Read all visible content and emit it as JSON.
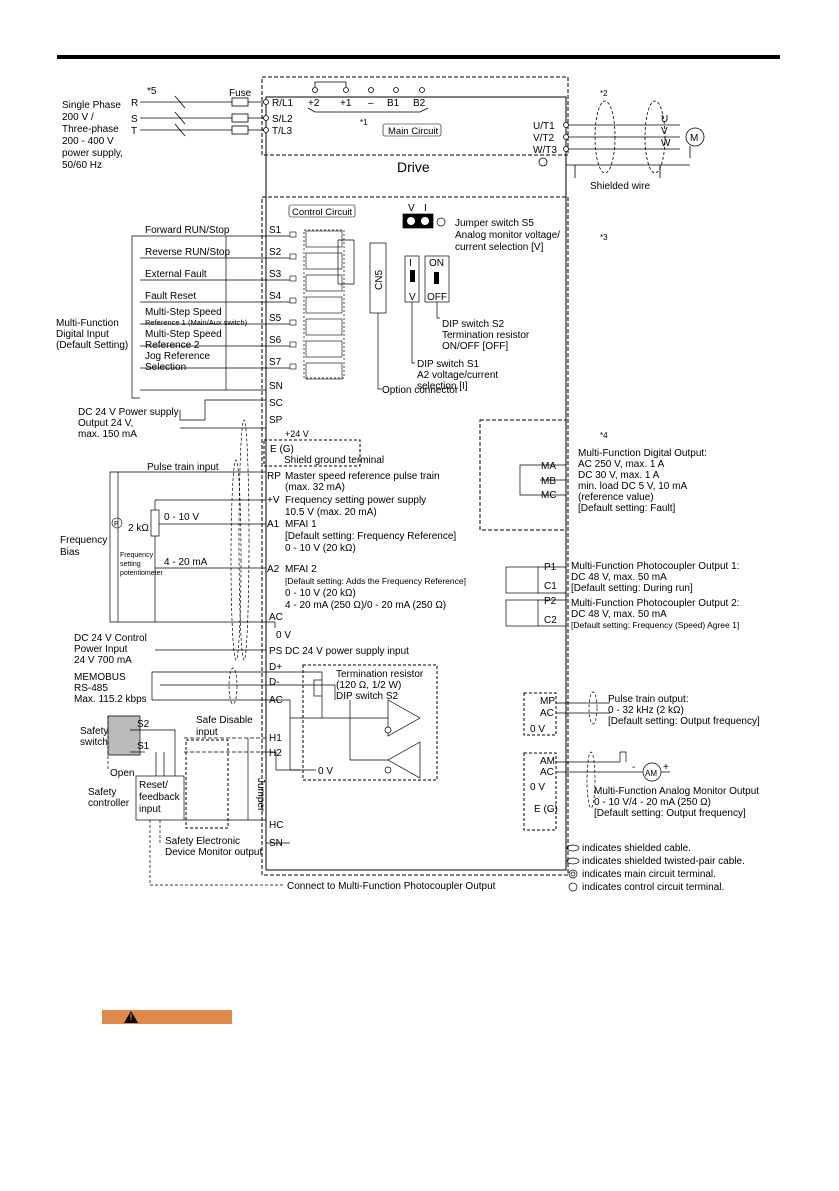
{
  "supply": {
    "note": "*5",
    "line1": "Single Phase",
    "line2": "200 V /",
    "line3": "Three-phase",
    "line4": "200 - 400 V",
    "line5": "power supply,",
    "line6": "50/60 Hz",
    "phases": [
      "R",
      "S",
      "T"
    ],
    "fuse": "Fuse"
  },
  "main_circuit": {
    "terminals_in": [
      "R/L1",
      "S/L2",
      "T/L3"
    ],
    "dc_terminals": [
      "+2",
      "+1",
      "–",
      "B1",
      "B2"
    ],
    "note1": "*1",
    "label": "Main Circuit",
    "note2": "*2",
    "terminals_out": [
      "U/T1",
      "V/T2",
      "W/T3"
    ],
    "motor_phases": [
      "U",
      "V",
      "W"
    ],
    "motor": "M",
    "shielded_wire": "Shielded wire",
    "drive": "Drive"
  },
  "control": {
    "label": "Control Circuit",
    "note3": "*3",
    "note4": "*4",
    "digital_inputs": [
      {
        "desc": "Forward RUN/Stop",
        "term": "S1"
      },
      {
        "desc": "Reverse RUN/Stop",
        "term": "S2"
      },
      {
        "desc": "External Fault",
        "term": "S3"
      },
      {
        "desc": "Fault Reset",
        "term": "S4"
      },
      {
        "desc": "Multi-Step Speed",
        "sub": "Reference 1 (Main/Aux switch)",
        "term": "S5"
      },
      {
        "desc": "Multi-Step Speed",
        "sub": "Reference 2",
        "term": "S6"
      },
      {
        "desc": "Jog Reference",
        "sub": "Selection",
        "term": "S7"
      }
    ],
    "mfdi_1": "Multi-Function",
    "mfdi_2": "Digital Input",
    "mfdi_3": "(Default Setting)",
    "sn": "SN",
    "sc": "SC",
    "sp": "SP",
    "plus24": "+24 V",
    "dc24_1": "DC 24 V Power supply",
    "dc24_2": "Output 24 V,",
    "dc24_3": "max. 150 mA",
    "cn5": "CN5",
    "option_connector": "Option connector",
    "s5_jumper_v": "V",
    "s5_jumper_i": "I",
    "s5_1": "Jumper switch S5",
    "s5_2": "Analog monitor voltage/",
    "s5_3": "current selection [V]",
    "s1_i": "I",
    "s1_v": "V",
    "s2_on": "ON",
    "s2_off": "OFF",
    "s2_1": "DIP switch S2",
    "s2_2": "Termination resistor",
    "s2_3": "ON/OFF [OFF]",
    "s1_1": "DIP switch S1",
    "s1_2": "A2 voltage/current",
    "s1_3": "selection [I]"
  },
  "analog": {
    "eg": "E (G)",
    "shield": "Shield ground terminal",
    "pulse_in": "Pulse train input",
    "rp": "RP",
    "rp_desc": "Master speed  reference pulse train",
    "rp_desc2": "(max. 32 mA)",
    "pv": "+V",
    "pv_desc": "Frequency setting power supply",
    "pv_desc2": "10.5 V (max. 20 mA)",
    "a1": "A1",
    "a1_desc": "MFAI 1",
    "a1_desc2": "[Default setting: Frequency Reference]",
    "a1_desc3": "0 - 10 V (20 kΩ)",
    "a2": "A2",
    "a2_desc": "MFAI 2",
    "a2_desc2": "[Default setting: Adds the Frequency Reference]",
    "a2_desc3": "0 - 10 V (20 kΩ)",
    "a2_desc4": "4 - 20 mA (250 Ω)/0 - 20 mA (250 Ω)",
    "ac": "AC",
    "zero_v": "0 V",
    "freq": "Frequency",
    "bias": "Bias",
    "r2k": "2 kΩ",
    "v010": "0 - 10 V",
    "ma420": "4 - 20 mA",
    "pot1": "Frequency",
    "pot2": "setting",
    "pot3": "potentiometer",
    "p_symbol": "P"
  },
  "ps": {
    "l1": "DC 24 V Control",
    "l2": "Power Input",
    "l3": "24 V 700 mA",
    "term": "PS",
    "desc": "DC 24 V power supply input"
  },
  "comm": {
    "l1": "MEMOBUS",
    "l2": "RS-485",
    "l3": "Max. 115.2 kbps",
    "dp": "D+",
    "dm": "D-",
    "ac": "AC",
    "term1": "Termination resistor",
    "term2": "(120 Ω, 1/2 W)",
    "term3": "DIP switch S2"
  },
  "safety": {
    "switch1": "Safety",
    "switch2": "switch",
    "s2": "S2",
    "s1": "S1",
    "open": "Open",
    "ctrl1": "Safety",
    "ctrl2": "controller",
    "reset1": "Reset/",
    "reset2": "feedback",
    "reset3": "input",
    "disable1": "Safe Disable",
    "disable2": "input",
    "h1": "H1",
    "h2": "H2",
    "hc": "HC",
    "sn": "SN",
    "jumper": "Jumper",
    "zero_v": "0 V",
    "edm1": "Safety Electronic",
    "edm2": "Device Monitor output",
    "connect": "Connect to Multi-Function Photocoupler Output"
  },
  "outputs": {
    "ma": "MA",
    "mb": "MB",
    "mc": "MC",
    "do1": "Multi-Function Digital Output:",
    "do2": "AC 250 V, max. 1 A",
    "do3": "DC 30 V, max. 1 A",
    "do4": "min. load DC 5 V, 10 mA",
    "do5": "(reference value)",
    "do6": "[Default setting: Fault]",
    "p1": "P1",
    "c1": "C1",
    "pc1_1": "Multi-Function Photocoupler Output 1:",
    "pc1_2": "DC 48 V, max. 50 mA",
    "pc1_3": "[Default setting: During run]",
    "p2": "P2",
    "c2": "C2",
    "pc2_1": "Multi-Function Photocoupler Output 2:",
    "pc2_2": "DC 48 V, max. 50 mA",
    "pc2_3": "[Default setting: Frequency (Speed) Agree 1]",
    "mp": "MP",
    "mp_ac": "AC",
    "mp_0v": "0 V",
    "mp_1": "Pulse train output:",
    "mp_2": "0 - 32 kHz (2 kΩ)",
    "mp_3": "[Default setting: Output frequency]",
    "am": "AM",
    "am_ac": "AC",
    "am_0v": "0 V",
    "am_meter": "AM",
    "am_minus": "-",
    "am_plus": "+",
    "am_1": "Multi-Function Analog Monitor Output",
    "am_2": "0 - 10 V/4 - 20 mA (250 Ω)",
    "am_3": "[Default setting: Output frequency]",
    "eg": "E (G)"
  },
  "legend": [
    "indicates shielded cable.",
    "indicates shielded twisted-pair cable.",
    "indicates main circuit terminal.",
    "indicates control circuit terminal."
  ]
}
